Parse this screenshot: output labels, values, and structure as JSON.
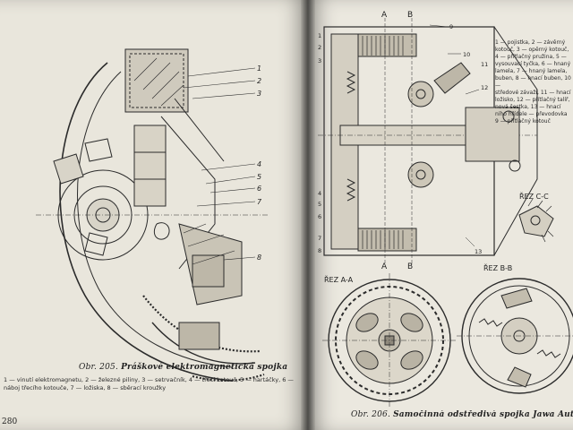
{
  "left_page": {
    "figure_caption_prefix": "Obr. 205.",
    "figure_caption_title": "Práškové elektromagnetická spojka",
    "legend_line1": "1 — vinutí elektromagnetu, 2 — železné piliny, 3 — setrvačník, 4 — třecí kotouč, 5 — hartáčky, 6 — náboj třecího kotouče, 7 — ložiska, 8 — sběrací kroužky",
    "callouts": [
      "1",
      "2",
      "3",
      "4",
      "5",
      "6",
      "7",
      "8"
    ],
    "page_number": "280"
  },
  "right_page": {
    "section_labels": [
      "A",
      "B",
      "ŘEZ C-C",
      "ŘEZ A-A",
      "ŘEZ B-B"
    ],
    "callouts": [
      "1",
      "2",
      "3",
      "4",
      "5",
      "6",
      "7",
      "8",
      "9",
      "10",
      "11",
      "12",
      "13"
    ],
    "legend_lines": [
      "1 — pojistka, 2 — závěrný",
      "kotouč, 3 — opěrný kotouč,",
      "4 — přítlačný pružina, 5 —",
      "vysouvací tyčka, 6 — hnaný",
      "lamela, 7 — hnaný lamela,",
      "buben, 8 — hnací buben, 10 —",
      "středové závaží, 11 — hnací",
      "ložisko, 12 — přítlačný talíř,",
      "nová šestka, 13 — hnací",
      "ního hřídele — převodovka",
      "9 — přítlačný kotouč"
    ],
    "figure_caption_prefix": "Obr. 206.",
    "figure_caption_title": "Samočinná odstředivá spojka Jawa Automatic"
  }
}
